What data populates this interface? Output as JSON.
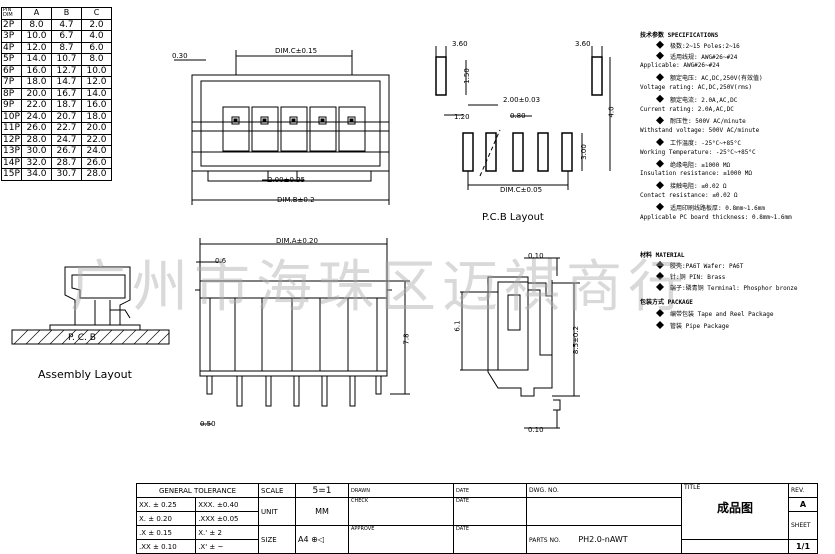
{
  "dim_table": {
    "headers": [
      "PIN\nDIM",
      "A",
      "B",
      "C"
    ],
    "rows": [
      [
        "2P",
        "8.0",
        "4.7",
        "2.0"
      ],
      [
        "3P",
        "10.0",
        "6.7",
        "4.0"
      ],
      [
        "4P",
        "12.0",
        "8.7",
        "6.0"
      ],
      [
        "5P",
        "14.0",
        "10.7",
        "8.0"
      ],
      [
        "6P",
        "16.0",
        "12.7",
        "10.0"
      ],
      [
        "7P",
        "18.0",
        "14.7",
        "12.0"
      ],
      [
        "8P",
        "20.0",
        "16.7",
        "14.0"
      ],
      [
        "9P",
        "22.0",
        "18.7",
        "16.0"
      ],
      [
        "10P",
        "24.0",
        "20.7",
        "18.0"
      ],
      [
        "11P",
        "26.0",
        "22.7",
        "20.0"
      ],
      [
        "12P",
        "28.0",
        "24.7",
        "22.0"
      ],
      [
        "13P",
        "30.0",
        "26.7",
        "24.0"
      ],
      [
        "14P",
        "32.0",
        "28.7",
        "26.0"
      ],
      [
        "15P",
        "34.0",
        "30.7",
        "28.0"
      ]
    ]
  },
  "drawing": {
    "top_view": {
      "dim_c": "DIM.C±0.15",
      "left": "0.30",
      "pitch": "2.00±0.05",
      "dim_b": "DIM.B±0.2"
    },
    "pcb_layout": {
      "title": "P.C.B  Layout",
      "w1": "3.60",
      "w2": "3.60",
      "h1": "1.50",
      "pitch": "2.00±0.03",
      "hole": "0.80",
      "left": "1.20",
      "h2": "3.00",
      "h3": "4.0",
      "dim_c": "DIM.C±0.05"
    },
    "front_view": {
      "dim_a": "DIM.A±0.20",
      "offset": "0.6",
      "pin": "0.50",
      "h": "7.8"
    },
    "side_view": {
      "top": "0.10",
      "h1": "6.1",
      "h2": "8.5±0.2",
      "bottom": "0.10"
    },
    "assembly": {
      "title": "Assembly Layout",
      "pcb": "P. C. B"
    }
  },
  "watermark": "广州市海珠区迈祺商行",
  "specs": [
    {
      "t": "技术参数   SPECIFICATIONS",
      "bullet": false
    },
    {
      "t": "极数:2~15     Poles:2~16",
      "bullet": true
    },
    {
      "t": "适用线规: AWG#26~#24",
      "bullet": true
    },
    {
      "t": "Applicable: AWG#26~#24",
      "bullet": false
    },
    {
      "t": "额定电压: AC,DC,250V(有效值)",
      "bullet": true
    },
    {
      "t": "Voltage rating: AC,DC,250V(rms)",
      "bullet": false
    },
    {
      "t": "额定电流: 2.0A,AC,DC",
      "bullet": true
    },
    {
      "t": "Current rating: 2.0A,AC,DC",
      "bullet": false
    },
    {
      "t": "耐压性: 500V AC/minute",
      "bullet": true
    },
    {
      "t": "Withstand voltage: 500V AC/minute",
      "bullet": false
    },
    {
      "t": "工作温度: -25°C~+85°C",
      "bullet": true
    },
    {
      "t": "Working Temperature: -25°C~+85°C",
      "bullet": false
    },
    {
      "t": "绝缘电阻: ≥1000 MΩ",
      "bullet": true
    },
    {
      "t": "Insulation resistance: ≥1000 MΩ",
      "bullet": false
    },
    {
      "t": "接触电阻: ≤0.02 Ω",
      "bullet": true
    },
    {
      "t": "Contact resistance: ≤0.02 Ω",
      "bullet": false
    },
    {
      "t": "适用印刷线路板厚: 0.8mm~1.6mm",
      "bullet": true
    },
    {
      "t": "Applicable PC board thickness: 0.8mm~1.6mm",
      "bullet": false
    }
  ],
  "material": [
    {
      "t": "材料    MATERIAL",
      "bullet": false
    },
    {
      "t": "胶壳:PA6T     Wafer: PA6T",
      "bullet": true
    },
    {
      "t": "针:铜     PIN: Brass",
      "bullet": true
    },
    {
      "t": "端子:磷青铜     Terminal: Phosphor bronze",
      "bullet": true
    }
  ],
  "package": [
    {
      "t": "包装方式    PACKAGE",
      "bullet": false
    },
    {
      "t": "编带包装     Tape and Reel Package",
      "bullet": true
    },
    {
      "t": "管装    Pipe Package",
      "bullet": true
    }
  ],
  "title_block": {
    "general_tolerance": "GENERAL TOLERANCE",
    "tol": [
      [
        "XX.  ±  0.25",
        "XXX.  ±0.40"
      ],
      [
        "X.  ±  0.20",
        ".XXX  ±0.05"
      ],
      [
        ".X  ±  0.15",
        "X.'  ±  2"
      ],
      [
        ".XX  ±  0.10",
        ".X'  ±  ~"
      ]
    ],
    "scale_label": "SCALE",
    "scale": "5=1",
    "unit_label": "UNIT",
    "unit": "MM",
    "size_label": "SIZE",
    "size": "A4",
    "drawn": "DRAWN",
    "check": "CHECK",
    "approve": "APPROVE",
    "date": "DATE",
    "dwg_no_label": "DWG. NO.",
    "parts_no_label": "PARTS NO.",
    "parts_no": "PH2.0-nAWT",
    "title_label": "TITLE",
    "title": "成品图",
    "rev_label": "REV.",
    "rev": "A",
    "sheet_label": "SHEET",
    "sheet": "1/1"
  }
}
